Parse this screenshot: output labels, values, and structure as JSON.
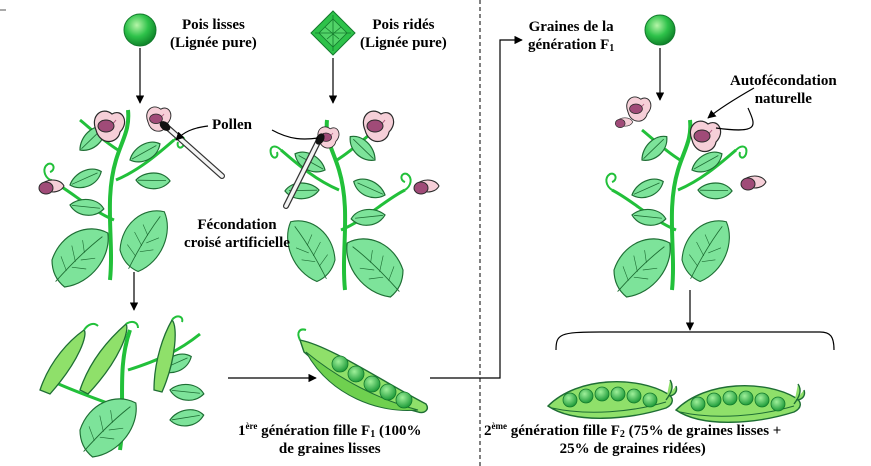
{
  "pure_lines": {
    "smooth": {
      "line1": "Pois lisses",
      "line2": "(Lignée pure)"
    },
    "wrinkled": {
      "line1": "Pois ridés",
      "line2": "(Lignée pure)"
    }
  },
  "pollen_label": "Pollen",
  "cross": {
    "line1": "Fécondation",
    "line2": "croisé artificielle"
  },
  "f1_seeds": {
    "line1": "Graines de la",
    "line2_prefix": "génération F",
    "line2_sub": "1"
  },
  "self_fert": {
    "line1": "Autofécondation",
    "line2": "naturelle"
  },
  "f1_result": {
    "num": "1",
    "sup": "ère",
    "text_a": " génération fille F",
    "sub": "1",
    "text_b": " (100%",
    "line2": "de graines lisses"
  },
  "f2_result": {
    "num": "2",
    "sup": "ème",
    "text_a": " génération fille F",
    "sub": "2",
    "text_b": " (75% de graines lisses +",
    "line2": "25% de graines ridées)"
  },
  "colors": {
    "pea": "#2ec24a",
    "leaf": "#7de39a",
    "stem": "#22c03a",
    "flower": "#f6cfd8",
    "flower_dark": "#a04b78",
    "pod": "#8fe06a",
    "pea_in_pod": "#2fc14a"
  }
}
